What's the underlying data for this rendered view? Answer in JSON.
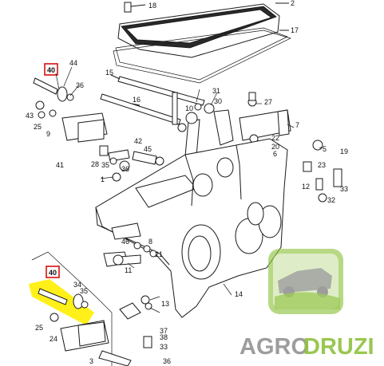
{
  "callouts": [
    "18",
    "2",
    "17",
    "40",
    "44",
    "36",
    "15",
    "16",
    "31",
    "27",
    "43",
    "25",
    "9",
    "10",
    "30",
    "22",
    "20",
    "6",
    "41",
    "42",
    "45",
    "28",
    "35",
    "36",
    "7",
    "23",
    "1",
    "19",
    "12",
    "33",
    "32",
    "5",
    "46",
    "8",
    "21",
    "11",
    "13",
    "14",
    "40",
    "34",
    "35",
    "25",
    "24",
    "3",
    "37",
    "33",
    "38",
    "36"
  ],
  "highlight_color": "#ffee00",
  "box_color": "#d40000",
  "watermark": {
    "brand_prefix": "AGRO",
    "brand_suffix": "DRUZI",
    "prefix_color": "#8c8c8c",
    "suffix_color": "#8fc23f",
    "logo_colors": {
      "green": "#8fc23f",
      "gray": "#8c8c8c"
    }
  }
}
